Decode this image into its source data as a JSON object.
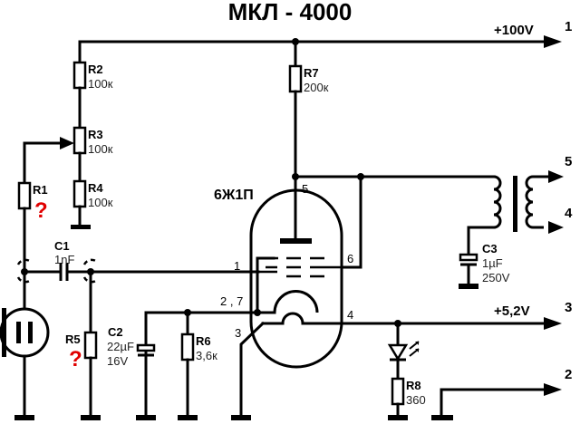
{
  "title": "МКЛ - 4000",
  "tube": {
    "label": "6Ж1П",
    "pins": {
      "p1": "1",
      "p27": "2 , 7",
      "p3": "3",
      "p4": "4",
      "p5": "5",
      "p6": "6"
    }
  },
  "rails": {
    "top": {
      "label": "+100V",
      "terminal": "1"
    },
    "mid": {
      "label": "+5,2V",
      "terminal": "3"
    },
    "bottom": {
      "terminal": "2"
    }
  },
  "transformer": {
    "out_top": "5",
    "out_bottom": "4"
  },
  "components": {
    "R1": {
      "ref": "R1",
      "value": "?"
    },
    "R2": {
      "ref": "R2",
      "value": "100к"
    },
    "R3": {
      "ref": "R3",
      "value": "100к"
    },
    "R4": {
      "ref": "R4",
      "value": "100к"
    },
    "R5": {
      "ref": "R5",
      "value": "?"
    },
    "R6": {
      "ref": "R6",
      "value": "3,6к"
    },
    "R7": {
      "ref": "R7",
      "value": "200к"
    },
    "R8": {
      "ref": "R8",
      "value": "360"
    },
    "C1": {
      "ref": "C1",
      "value": "1nF"
    },
    "C2": {
      "ref": "C2",
      "value": "22µF",
      "voltage": "16V"
    },
    "C3": {
      "ref": "C3",
      "value": "1µF",
      "voltage": "250V"
    }
  },
  "colors": {
    "wire": "#000000",
    "unknown_value": "#e00000"
  }
}
